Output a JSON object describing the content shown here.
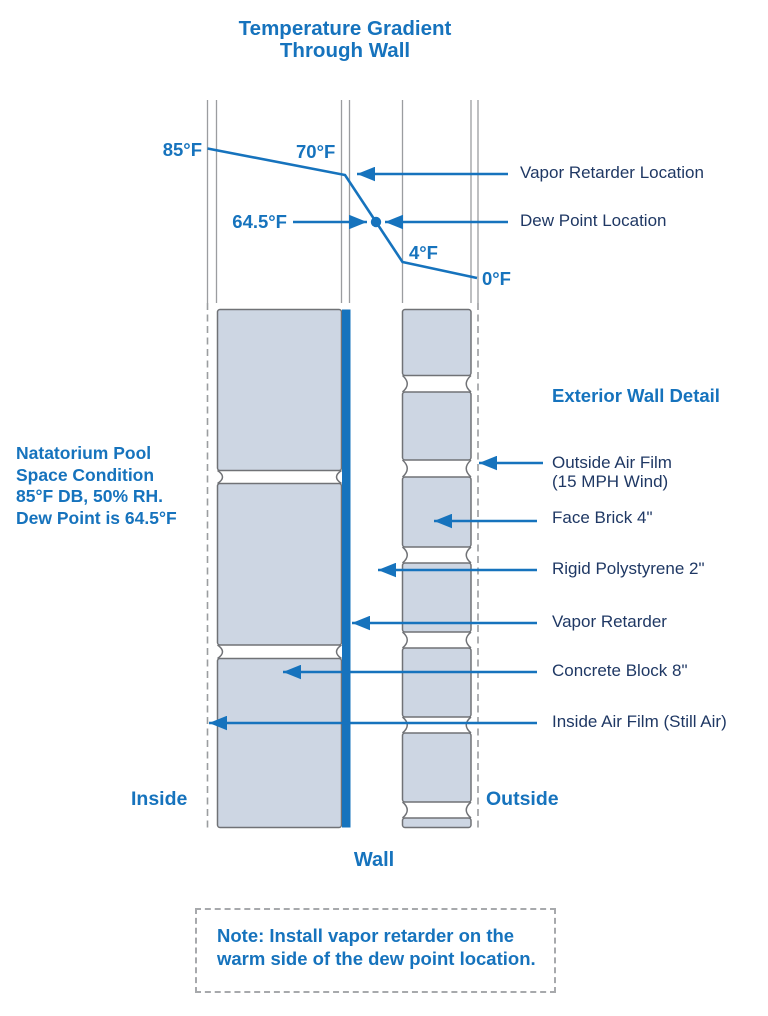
{
  "colors": {
    "accent": "#1673BD",
    "navy": "#1F3864",
    "blockfill": "#CDD6E3",
    "blockstroke": "#707276",
    "linegray": "#9B9DA0"
  },
  "title": {
    "line1": "Temperature Gradient",
    "line2": "Through Wall"
  },
  "gradient": {
    "temps": {
      "inside": "85°F",
      "inner_surface": "70°F",
      "dew_point": "64.5°F",
      "outer_surface": "4°F",
      "outside": "0°F"
    },
    "callouts": {
      "vapor": "Vapor Retarder Location",
      "dew": "Dew Point Location"
    }
  },
  "condition": {
    "line1": "Natatorium Pool",
    "line2": "Space Condition",
    "line3": "85°F DB, 50% RH.",
    "line4": "Dew Point is 64.5°F"
  },
  "wall_detail": {
    "heading": "Exterior Wall Detail",
    "outside_air_1": "Outside Air Film",
    "outside_air_2": "(15 MPH Wind)",
    "face_brick": "Face Brick 4\"",
    "polystyrene": "Rigid Polystyrene 2\"",
    "vapor": "Vapor Retarder",
    "concrete": "Concrete Block 8\"",
    "inside_air": "Inside Air Film (Still Air)"
  },
  "side_labels": {
    "inside": "Inside",
    "outside": "Outside",
    "wall": "Wall"
  },
  "note": {
    "line1": "Note: Install vapor retarder on the",
    "line2": "warm side of the dew point location."
  }
}
